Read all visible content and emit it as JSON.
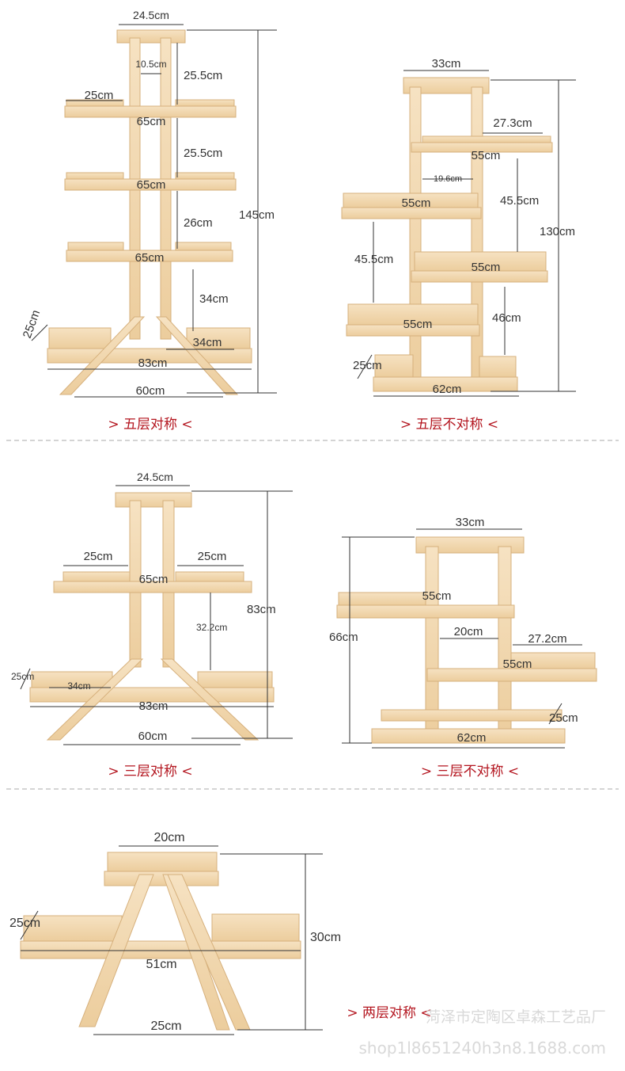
{
  "colors": {
    "wood": "#f3d9b1",
    "wood_edge": "#dcb884",
    "dim_line": "#333333",
    "caption": "#b3141e",
    "divider": "#aaaaaa"
  },
  "panels": {
    "p1": {
      "caption": "> 五层对称 <",
      "dims": {
        "top_width": "24.5cm",
        "gap": "10.5cm",
        "shelf_w": "25cm",
        "h1": "25.5cm",
        "span1": "65cm",
        "h2": "25.5cm",
        "span2": "65cm",
        "h3": "26cm",
        "span3": "65cm",
        "h4": "34cm",
        "height": "145cm",
        "depth": "25cm",
        "shelf_w2": "34cm",
        "base": "83cm",
        "feet": "60cm"
      }
    },
    "p2": {
      "caption": "> 五层不对称 <",
      "dims": {
        "top_width": "33cm",
        "side_shelf": "27.3cm",
        "s1": "55cm",
        "inner": "19.6cm",
        "s2": "55cm",
        "h_right": "45.5cm",
        "height": "130cm",
        "h_left": "45.5cm",
        "s3": "55cm",
        "s4": "55cm",
        "h_right2": "46cm",
        "depth": "25cm",
        "base": "62cm"
      }
    },
    "p3": {
      "caption": "> 三层对称 <",
      "dims": {
        "top_width": "24.5cm",
        "left_w": "25cm",
        "right_w": "25cm",
        "span": "65cm",
        "h": "32.2cm",
        "height": "83cm",
        "depth": "25cm",
        "shelf_w": "34cm",
        "base": "83cm",
        "feet": "60cm"
      }
    },
    "p4": {
      "caption": "> 三层不对称 <",
      "dims": {
        "top_width": "33cm",
        "s1": "55cm",
        "height": "66cm",
        "inner": "20cm",
        "side": "27.2cm",
        "s2": "55cm",
        "depth": "25cm",
        "base": "62cm"
      }
    },
    "p5": {
      "caption": "> 两层对称 <",
      "dims": {
        "top_width": "20cm",
        "depth": "25cm",
        "height": "30cm",
        "span": "51cm",
        "feet": "25cm"
      }
    }
  },
  "watermark": {
    "line1": "菏泽市定陶区卓森工艺品厂",
    "line2": "shop1l8651240h3n8.1688.com"
  }
}
